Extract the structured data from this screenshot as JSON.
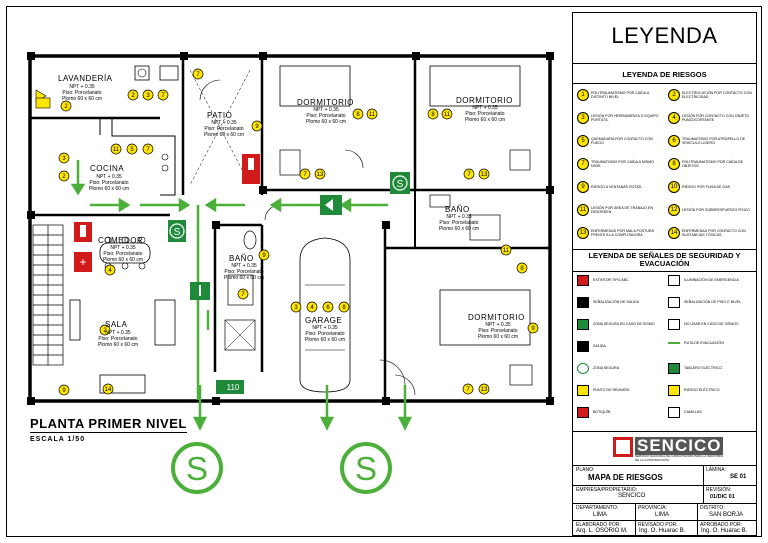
{
  "plan": {
    "title": "PLANTA PRIMER NIVEL",
    "scale": "ESCALA 1/50",
    "rooms": [
      {
        "name": "LAVANDERÍA",
        "npt": "NPT + 0.35",
        "floor": "Piso: Porcelanato",
        "size": "Plomo 60 x 60 cm"
      },
      {
        "name": "PATIO",
        "npt": "NPT + 0.35",
        "floor": "Piso: Porcelanato",
        "size": "Plomo 60 x 60 cm"
      },
      {
        "name": "DORMITORIO",
        "npt": "NPT + 0.35",
        "floor": "Piso: Porcelanato",
        "size": "Plomo 60 x 60 cm"
      },
      {
        "name": "DORMITORIO",
        "npt": "NPT + 0.35",
        "floor": "Piso: Porcelanato",
        "size": "Plomo 60 x 60 cm"
      },
      {
        "name": "COCINA",
        "npt": "NPT + 0.35",
        "floor": "Piso: Porcelanato",
        "size": "Plomo 60 x 60 cm"
      },
      {
        "name": "BAÑO",
        "npt": "NPT + 0.35",
        "floor": "Piso: Porcelanato",
        "size": "Plomo 60 x 60 cm"
      },
      {
        "name": "COMEDOR",
        "npt": "NPT + 0.35",
        "floor": "Piso: Porcelanato",
        "size": "Plomo 60 x 60 cm"
      },
      {
        "name": "BAÑO",
        "npt": "NPT + 0.35",
        "floor": "Piso: Porcelanato",
        "size": "Plomo 60 x 60 cm"
      },
      {
        "name": "GARAGE",
        "npt": "NPT + 0.35",
        "floor": "Piso: Porcelanato",
        "size": "Plomo 60 x 60 cm"
      },
      {
        "name": "SALA",
        "npt": "NPT + 0.35",
        "floor": "Piso: Porcelanato",
        "size": "Plomo 60 x 60 cm"
      },
      {
        "name": "DORMITORIO",
        "npt": "NPT + 0.35",
        "floor": "Piso: Porcelanato",
        "size": "Plomo 60 x 60 cm"
      }
    ],
    "tablero_label": "110"
  },
  "legend": {
    "title": "LEYENDA",
    "risks_heading": "LEYENDA DE RIESGOS",
    "risks": [
      {
        "n": "1",
        "text": "POLITRAUMATISMO POR CAÍDA A DISTINTO NIVEL"
      },
      {
        "n": "2",
        "text": "ELECTROCUCIÓN POR CONTACTO CON ELECTRICIDAD"
      },
      {
        "n": "3",
        "text": "LESIÓN POR HERRAMIENTA O EQUIPO PORTÁTIL"
      },
      {
        "n": "4",
        "text": "LESIÓN POR CONTACTO CON OBJETO PUNZOCORTANTE"
      },
      {
        "n": "5",
        "text": "QUEMADURA POR CONTACTO CON FUEGO"
      },
      {
        "n": "6",
        "text": "TRAUMATISMO POR ATROPELLO DE VEHÍCULO LIGERO"
      },
      {
        "n": "7",
        "text": "TRAUMATISMO POR CAÍDA A MISMO NIVEL"
      },
      {
        "n": "8",
        "text": "POLITRAUMATISMO POR CAÍDA DE OBJETOS"
      },
      {
        "n": "9",
        "text": "RIESGO A VENTANAS ROTAS"
      },
      {
        "n": "10",
        "text": "RIESGO POR FUGA DE GAS"
      },
      {
        "n": "11",
        "text": "LESIÓN POR ÁREA DE TRABAJO EN DESORDEN"
      },
      {
        "n": "12",
        "text": "LESIÓN POR SOBREESFUERZO FÍSICO"
      },
      {
        "n": "13",
        "text": "ENFERMEDAD POR MALA POSTURA FRENTE A LA COMPUTADORA"
      },
      {
        "n": "14",
        "text": "ENFERMEDAD POR CONTACTO CON SUSTANCIAS TÓXICAS"
      }
    ],
    "signs_heading": "LEYENDA DE SEÑALES DE SEGURIDAD Y EVACUACIÓN",
    "signs": [
      {
        "icon": "extinguisher-icon",
        "text": "EXTINTOR TIPO ABC"
      },
      {
        "icon": "emergency-light-icon",
        "text": "ILUMINACIÓN DE EMERGENCIA"
      },
      {
        "icon": "exit-sign-icon",
        "text": "SEÑALIZACIÓN DE SALIDA"
      },
      {
        "icon": "floor-exit-sign-icon",
        "text": "SEÑALIZACIÓN DE PISO O NIVEL"
      },
      {
        "icon": "safe-zone-icon",
        "text": "ZONA SEGURA EN CASO DE SISMO"
      },
      {
        "icon": "no-use-sign-icon",
        "text": "NO USAR EN CASO DE SISMOS"
      },
      {
        "icon": "exit-icon",
        "text": "SALIDA"
      },
      {
        "icon": "evacuation-arrow-icon",
        "text": "RUTA DE EVACUACIÓN"
      },
      {
        "icon": "safe-zone-s-icon",
        "text": "ZONA SEGURA"
      },
      {
        "icon": "electric-panel-icon",
        "text": "TABLERO ELÉCTRICO"
      },
      {
        "icon": "meeting-point-icon",
        "text": "PUNTO DE REUNIÓN"
      },
      {
        "icon": "electric-risk-icon",
        "text": "RIESGO ELÉCTRICO"
      },
      {
        "icon": "first-aid-icon",
        "text": "BOTIQUÍN"
      },
      {
        "icon": "stairs-icon",
        "text": "CAMILLAS"
      }
    ],
    "logo": "SENCICO",
    "logo_sub": "SERVICIO NACIONAL DE CAPACITACIÓN PARA LA INDUSTRIA DE LA CONSTRUCCIÓN",
    "title_block": {
      "plano_label": "PLANO:",
      "plano": "MAPA DE RIESGOS",
      "lamina_label": "LÁMINA:",
      "lamina": "SE 01",
      "empresa_label": "EMPRESA/PROPIETARIO:",
      "empresa": "SENCICO",
      "revision_label": "REVISIÓN:",
      "revision": "01/DIC 01",
      "dep_label": "DEPARTAMENTO:",
      "dep": "LIMA",
      "prov_label": "PROVINCIA:",
      "prov": "LIMA",
      "dist_label": "DISTRITO:",
      "dist": "SAN BORJA",
      "elab_label": "ELABORADO POR:",
      "elab": "Arq. L. OSORIO M.",
      "rev_label": "REVISADO POR:",
      "rev": "Ing. O. Huarac B.",
      "apr_label": "APROBADO POR:",
      "apr": "Ing. O. Huarac B."
    }
  },
  "colors": {
    "risk_yellow": "#ffe600",
    "evac_green": "#4caf3a",
    "sign_green": "#1f8a3a",
    "extinguisher_red": "#d11a1a"
  }
}
